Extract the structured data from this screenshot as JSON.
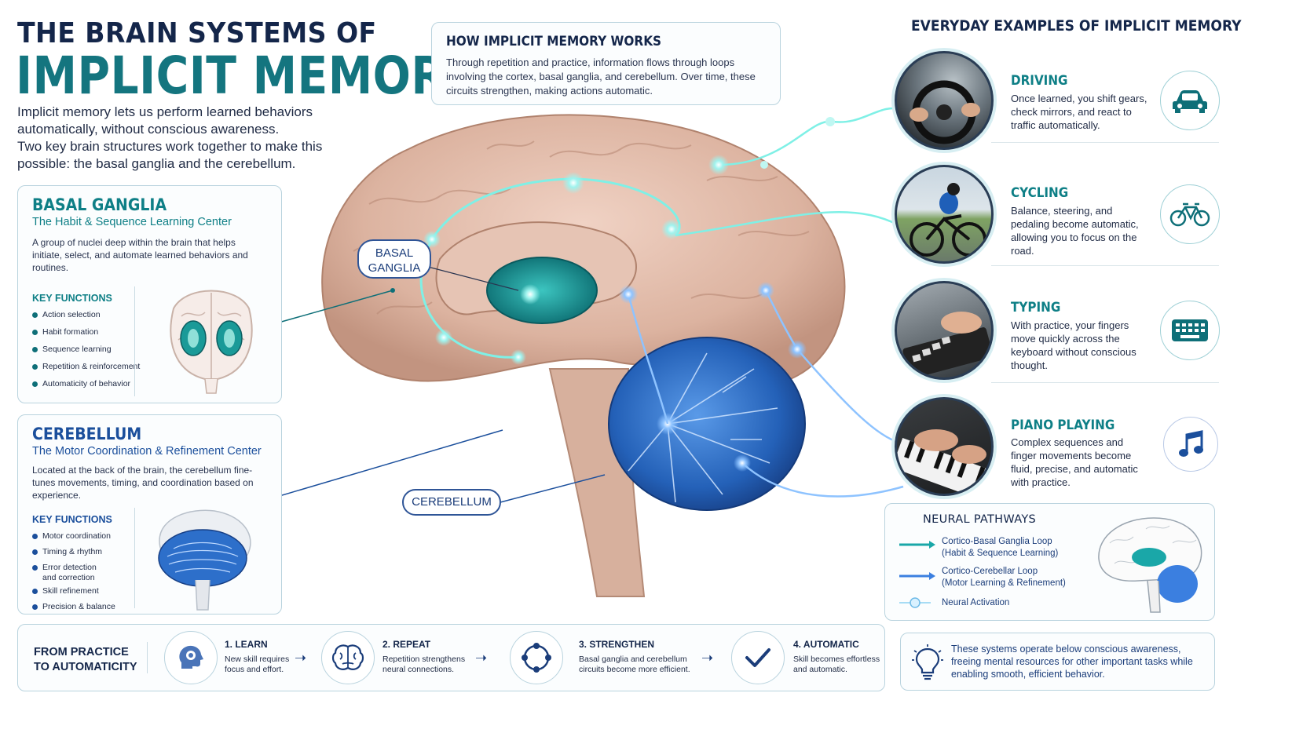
{
  "header": {
    "title_line1": "THE BRAIN SYSTEMS OF",
    "title_line2": "IMPLICIT MEMORY",
    "intro_1": "Implicit memory lets us perform learned behaviors automatically, without conscious awareness.",
    "intro_2": "Two key brain structures work together to make this possible: the basal ganglia and the cerebellum."
  },
  "how_it_works": {
    "title": "HOW IMPLICIT MEMORY WORKS",
    "text": "Through repetition and practice, information flows through loops involving the cortex, basal ganglia, and cerebellum. Over time, these circuits strengthen, making actions automatic."
  },
  "basal_ganglia": {
    "title": "BASAL GANGLIA",
    "subtitle": "The Habit & Sequence Learning Center",
    "description": "A group of nuclei deep within the brain that helps initiate, select, and automate learned behaviors and routines.",
    "key_functions_label": "KEY FUNCTIONS",
    "functions": [
      "Action selection",
      "Habit formation",
      "Sequence learning",
      "Repetition & reinforcement",
      "Automaticity of behavior"
    ]
  },
  "cerebellum": {
    "title": "CEREBELLUM",
    "subtitle": "The Motor Coordination & Refinement Center",
    "description": "Located at the back of the brain, the cerebellum fine-tunes movements, timing, and coordination based on experience.",
    "key_functions_label": "KEY FUNCTIONS",
    "functions": [
      "Motor coordination",
      "Timing & rhythm",
      "Error detection and correction",
      "Skill refinement",
      "Precision & balance"
    ]
  },
  "brain_labels": {
    "basal_ganglia_1": "BASAL",
    "basal_ganglia_2": "GANGLIA",
    "cerebellum": "CEREBELLUM"
  },
  "examples": {
    "title": "EVERYDAY EXAMPLES OF IMPLICIT MEMORY",
    "items": [
      {
        "title": "DRIVING",
        "text": "Once learned, you shift gears, check mirrors, and react to traffic automatically.",
        "icon": "car-icon"
      },
      {
        "title": "CYCLING",
        "text": "Balance, steering, and pedaling become automatic, allowing you to focus on the road.",
        "icon": "bicycle-icon"
      },
      {
        "title": "TYPING",
        "text": "With practice, your fingers move quickly across the keyboard without conscious thought.",
        "icon": "keyboard-icon"
      },
      {
        "title": "PIANO PLAYING",
        "text": "Complex sequences and finger movements become fluid, precise, and automatic with practice.",
        "icon": "music-note-icon"
      }
    ]
  },
  "neural_pathways": {
    "title": "NEURAL PATHWAYS",
    "items": [
      {
        "line1": "Cortico-Basal Ganglia Loop",
        "line2": "(Habit & Sequence Learning)",
        "color": "#1aa7a8"
      },
      {
        "line1": "Cortico-Cerebellar Loop",
        "line2": "(Motor Learning & Refinement)",
        "color": "#3b7fe0"
      },
      {
        "line1": "Neural Activation",
        "line2": "",
        "color": "#7fd3f0"
      }
    ]
  },
  "process": {
    "label_1": "FROM PRACTICE",
    "label_2": "TO AUTOMATICITY",
    "steps": [
      {
        "title": "1. LEARN",
        "text_1": "New skill requires",
        "text_2": "focus and effort.",
        "icon": "head-gear-icon"
      },
      {
        "title": "2. REPEAT",
        "text_1": "Repetition strengthens",
        "text_2": "neural connections.",
        "icon": "brain-icon"
      },
      {
        "title": "3. STRENGTHEN",
        "text_1": "Basal ganglia and cerebellum",
        "text_2": "circuits become more efficient.",
        "icon": "cycle-icon"
      },
      {
        "title": "4. AUTOMATIC",
        "text_1": "Skill becomes effortless",
        "text_2": "and automatic.",
        "icon": "checkmark-icon"
      }
    ]
  },
  "note": {
    "text": "These systems operate below conscious awareness, freeing mental resources for other important tasks while enabling smooth, efficient behavior.",
    "icon": "lightbulb-icon"
  },
  "colors": {
    "navy": "#14264a",
    "teal": "#14757f",
    "blue": "#1b4f9c",
    "brain": "#d9b2a0"
  }
}
